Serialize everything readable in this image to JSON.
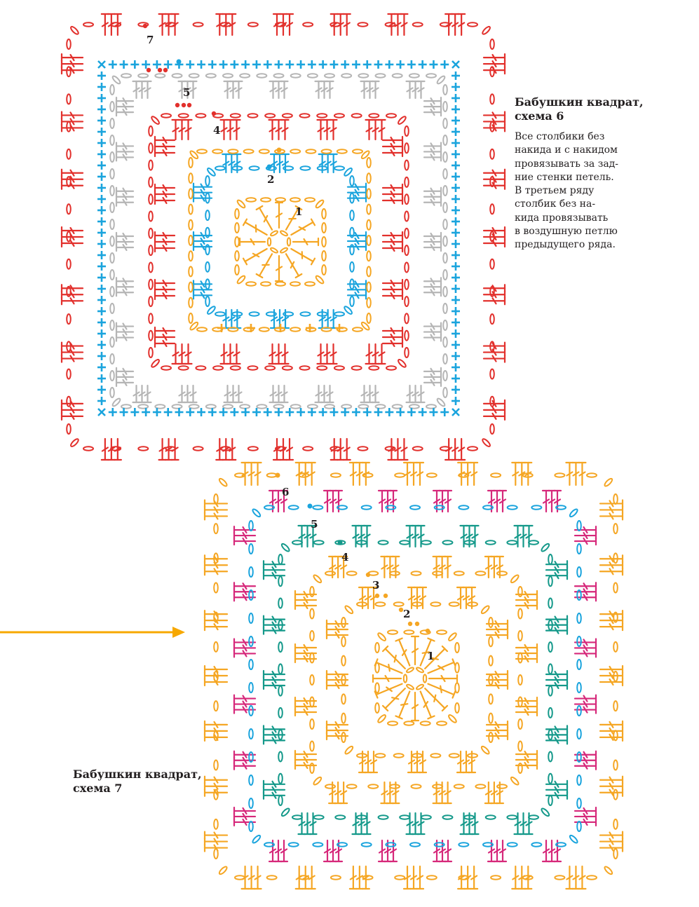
{
  "colors": {
    "red": "#e2302c",
    "blue": "#1aa4dd",
    "gray": "#b5b5b5",
    "orange": "#f5a623",
    "teal": "#14998a",
    "magenta": "#d6287a",
    "text": "#231f20",
    "arrow": "#f7a800"
  },
  "diagram6": {
    "caption": {
      "title_line1": "Бабушкин квадрат,",
      "title_line2": "схема 6",
      "body_lines": [
        "Все столбики без",
        "накида и с накидом",
        "провязывать за зад-",
        "ние стенки петель.",
        "В третьем ряду",
        "столбик без на-",
        "кида провязывать",
        "в воздушную петлю",
        "предыдущего ряда."
      ]
    },
    "row_labels": [
      "1",
      "2",
      "4",
      "5",
      "7"
    ]
  },
  "diagram7": {
    "caption": {
      "title_line1": "Бабушкин квадрат,",
      "title_line2": "схема 7"
    },
    "row_labels": [
      "1",
      "2",
      "3",
      "4",
      "5",
      "6"
    ]
  },
  "arrow": {
    "icon": "arrow-right-icon"
  }
}
